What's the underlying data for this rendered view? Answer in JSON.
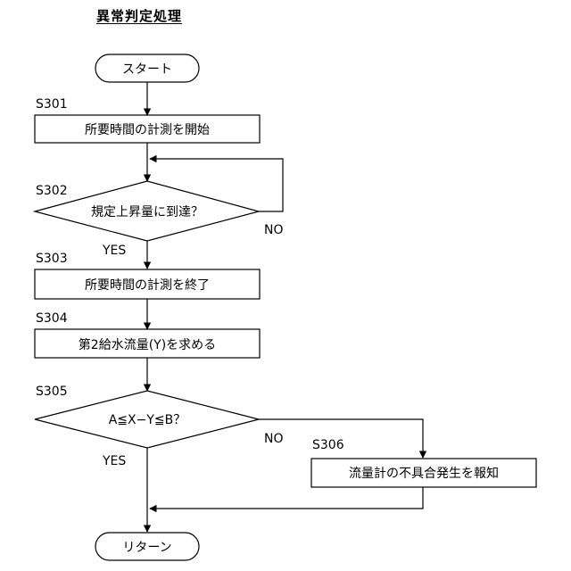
{
  "title": "異常判定処理",
  "nodes": {
    "start": "スタート",
    "s301": {
      "step": "S301",
      "text": "所要時間の計測を開始"
    },
    "s302": {
      "step": "S302",
      "text": "規定上昇量に到達？"
    },
    "s303": {
      "step": "S303",
      "text": "所要時間の計測を終了"
    },
    "s304": {
      "step": "S304",
      "text": "第2給水流量(Y)を求める"
    },
    "s305": {
      "step": "S305",
      "text": "A≦X−Y≦B？"
    },
    "s306": {
      "step": "S306",
      "text": "流量計の不具合発生を報知"
    },
    "end": "リターン"
  },
  "branches": {
    "s302_yes": "YES",
    "s302_no": "NO",
    "s305_yes": "YES",
    "s305_no": "NO"
  }
}
